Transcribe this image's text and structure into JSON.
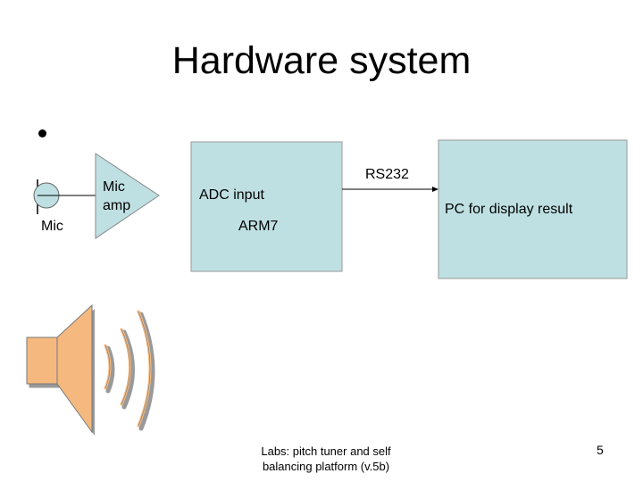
{
  "slide": {
    "title": "Hardware system",
    "footer": "Labs: pitch tuner and self\nbalancing platform (v.5b)",
    "page_number": "5"
  },
  "diagram": {
    "mic_label": "Mic",
    "mic_amp_label": "Mic\namp",
    "adc_label": "ADC input",
    "arm_label": "ARM7",
    "link_label": "RS232",
    "pc_label": "PC for display result"
  },
  "colors": {
    "box_fill": "#bfe0e3",
    "box_border": "#999999",
    "speaker_fill": "#f5b97f",
    "speaker_stroke": "#777777",
    "amp_fill": "#bfe0e3"
  }
}
